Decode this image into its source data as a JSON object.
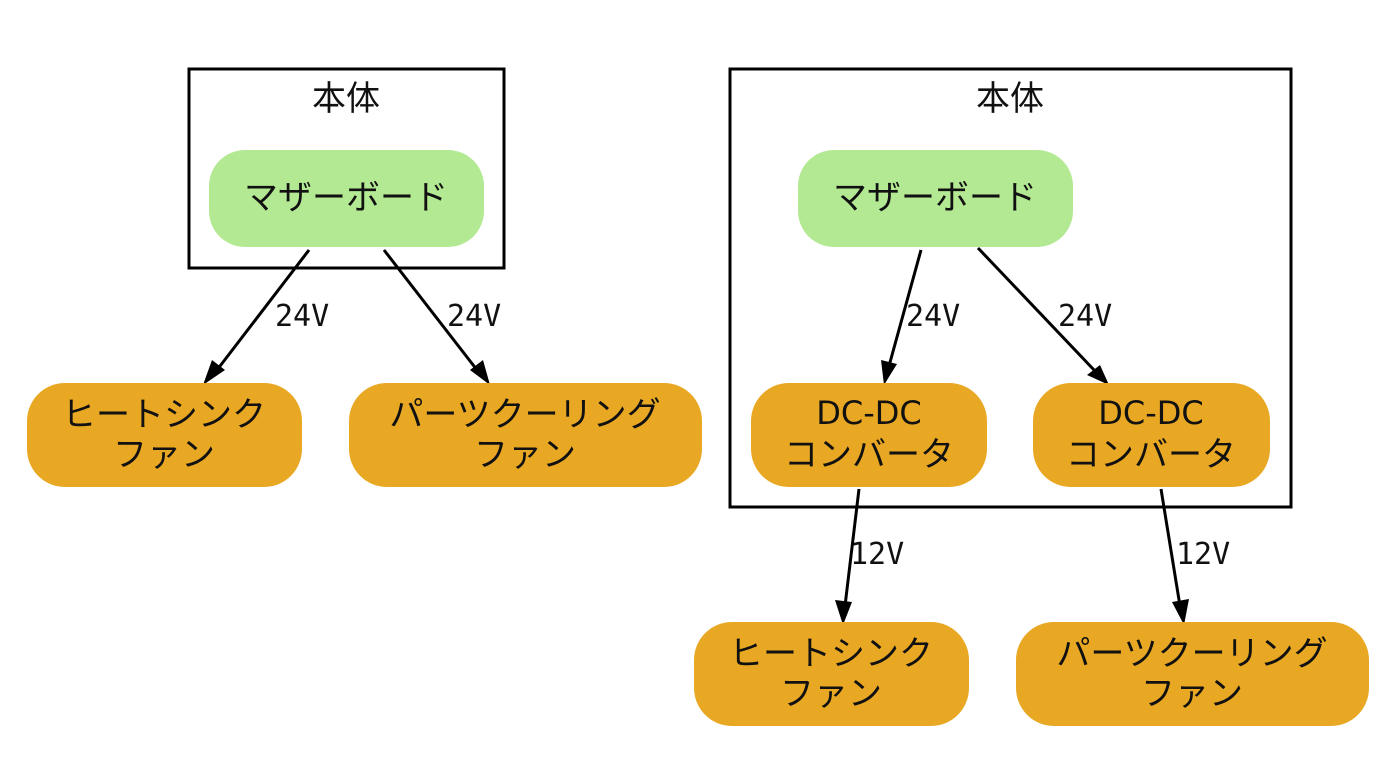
{
  "colors": {
    "motherboard_fill": "#b3e993",
    "fan_fill": "#e9a823",
    "converter_fill": "#e9a823",
    "edge_stroke": "#000000",
    "cluster_stroke": "#000000"
  },
  "left_diagram": {
    "cluster_label": "本体",
    "motherboard": "マザーボード",
    "heatsink_fan": [
      "ヒートシンク",
      "ファン"
    ],
    "parts_cooling_fan": [
      "パーツクーリング",
      "ファン"
    ],
    "edge_heatsink_label": "24V",
    "edge_parts_label": "24V"
  },
  "right_diagram": {
    "cluster_label": "本体",
    "motherboard": "マザーボード",
    "converter_left": [
      "DC-DC",
      "コンバータ"
    ],
    "converter_right": [
      "DC-DC",
      "コンバータ"
    ],
    "edge_conv_left_label": "24V",
    "edge_conv_right_label": "24V",
    "edge_heatsink_label": "12V",
    "edge_parts_label": "12V",
    "heatsink_fan": [
      "ヒートシンク",
      "ファン"
    ],
    "parts_cooling_fan": [
      "パーツクーリング",
      "ファン"
    ]
  }
}
